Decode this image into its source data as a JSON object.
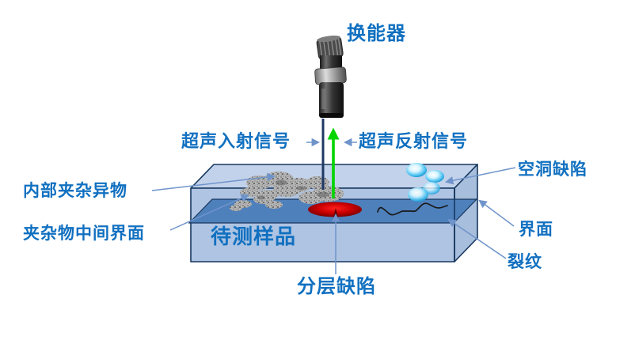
{
  "diagram": {
    "type": "ultrasonic-inspection-schematic",
    "labels": {
      "transducer": "换能器",
      "incident_signal": "超声入射信号",
      "reflected_signal": "超声反射信号",
      "internal_inclusion": "内部夹杂异物",
      "inclusion_interface": "夹杂物中间界面",
      "sample": "待测样品",
      "delamination": "分层缺陷",
      "void_defect": "空洞缺陷",
      "interface": "界面",
      "crack": "裂纹"
    },
    "colors": {
      "label_text": "#1170C0",
      "box_top": "#C2D2EA",
      "box_front": "#AEC4E2",
      "box_side": "#A7BEDC",
      "interface_band": "#4E80BC",
      "outline": "#17375E",
      "incident_line": "#1F3864",
      "reflected_arrow": "#00D500",
      "leader_line": "#6F94CB",
      "delamination_fill": "#C00000",
      "crack_stroke": "#1A1A1A",
      "bubble_blue": "#29A8DC",
      "inclusion_gray": "#9B9B9B"
    }
  }
}
